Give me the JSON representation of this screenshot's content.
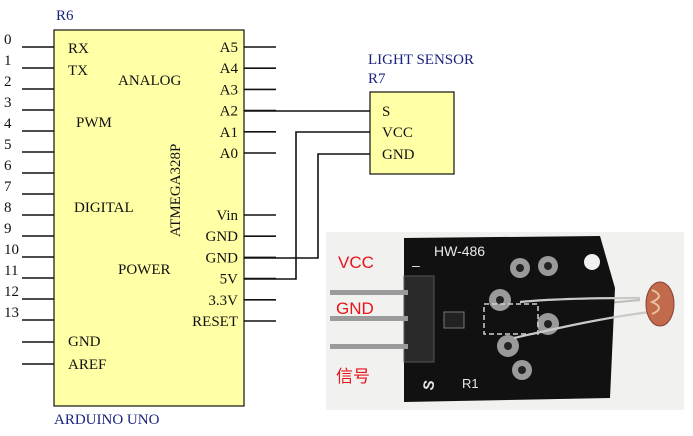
{
  "arduino": {
    "ref": "R6",
    "name": "ARDUINO UNO",
    "chip": "ATMEGA328P",
    "left_numbers": [
      "0",
      "1",
      "2",
      "3",
      "4",
      "5",
      "6",
      "7",
      "8",
      "9",
      "10",
      "11",
      "12",
      "13"
    ],
    "left_labels": {
      "rx": "RX",
      "tx": "TX",
      "pwm": "PWM",
      "digital": "DIGITAL",
      "gnd": "GND",
      "aref": "AREF"
    },
    "group_labels": {
      "analog": "ANALOG",
      "power": "POWER"
    },
    "right_pins": [
      "A5",
      "A4",
      "A3",
      "A2",
      "A1",
      "A0",
      "Vin",
      "GND",
      "GND",
      "5V",
      "3.3V",
      "RESET"
    ]
  },
  "sensor": {
    "title": "LIGHT SENSOR",
    "ref": "R7",
    "pins": [
      "S",
      "VCC",
      "GND"
    ]
  },
  "photo": {
    "board_label": "HW-486",
    "silk_r1": "R1",
    "silk_s": "S",
    "silk_minus": "–",
    "labels": {
      "vcc": "VCC",
      "gnd": "GND",
      "signal": "信号"
    }
  },
  "colors": {
    "chip_fill": "#ffffa6",
    "ref_blue": "#1a237e",
    "label_red": "#e8141b",
    "pcb": "#111111"
  }
}
